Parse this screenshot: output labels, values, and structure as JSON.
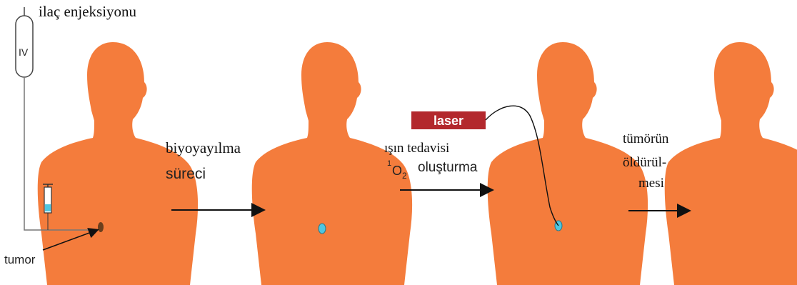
{
  "labels": {
    "injection": "ilaç enjeksiyonu",
    "iv": "IV",
    "tumor": "tumor",
    "biodistribution_line1": "biyoyayılma",
    "biodistribution_line2": "süreci",
    "light_line1": "ışın tedavisi",
    "singlet_sup": "1",
    "singlet_o": "O",
    "singlet_sub": "2",
    "light_line2": "oluşturma",
    "laser": "laser",
    "kill_line1": "tümörün",
    "kill_line2": "öldürül-",
    "kill_line3": "mesi"
  },
  "colors": {
    "body": "#f47c3c",
    "tumor_dark": "#6b3f1d",
    "tumor_marked": "#4fc6e0",
    "laser_box": "#b3282d",
    "arrow": "#111111"
  }
}
